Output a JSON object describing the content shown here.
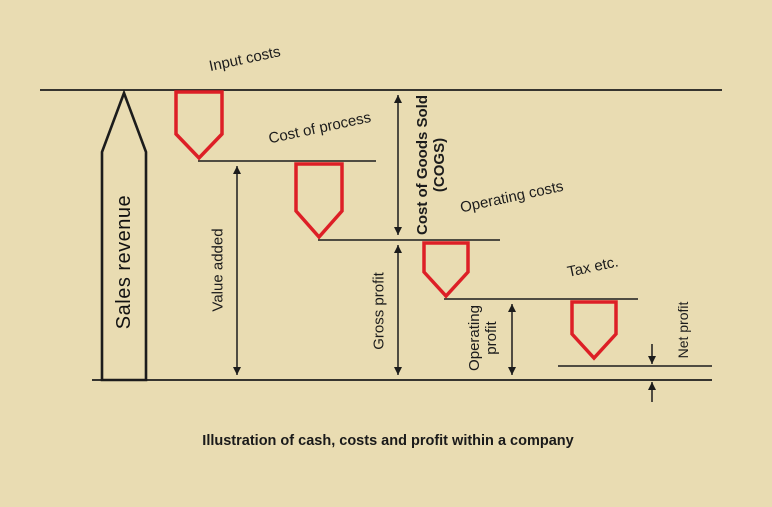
{
  "colors": {
    "background": "#e9dcb2",
    "cost_arrow_red": "#dd1f26",
    "line_black": "#1c1c1c"
  },
  "caption": "Illustration of cash, costs and profit within a company",
  "sales_axis": {
    "label": "Sales revenue"
  },
  "cost_arrows": [
    {
      "label": "Input costs"
    },
    {
      "label": "Cost of process"
    },
    {
      "label": "Operating costs"
    },
    {
      "label": "Tax etc."
    }
  ],
  "measures": [
    {
      "label": "Value added"
    },
    {
      "label": "Cost of Goods Sold\n(COGS)"
    },
    {
      "label": "Gross profit"
    },
    {
      "label": "Operating\nprofit"
    },
    {
      "label": "Net profit"
    }
  ]
}
